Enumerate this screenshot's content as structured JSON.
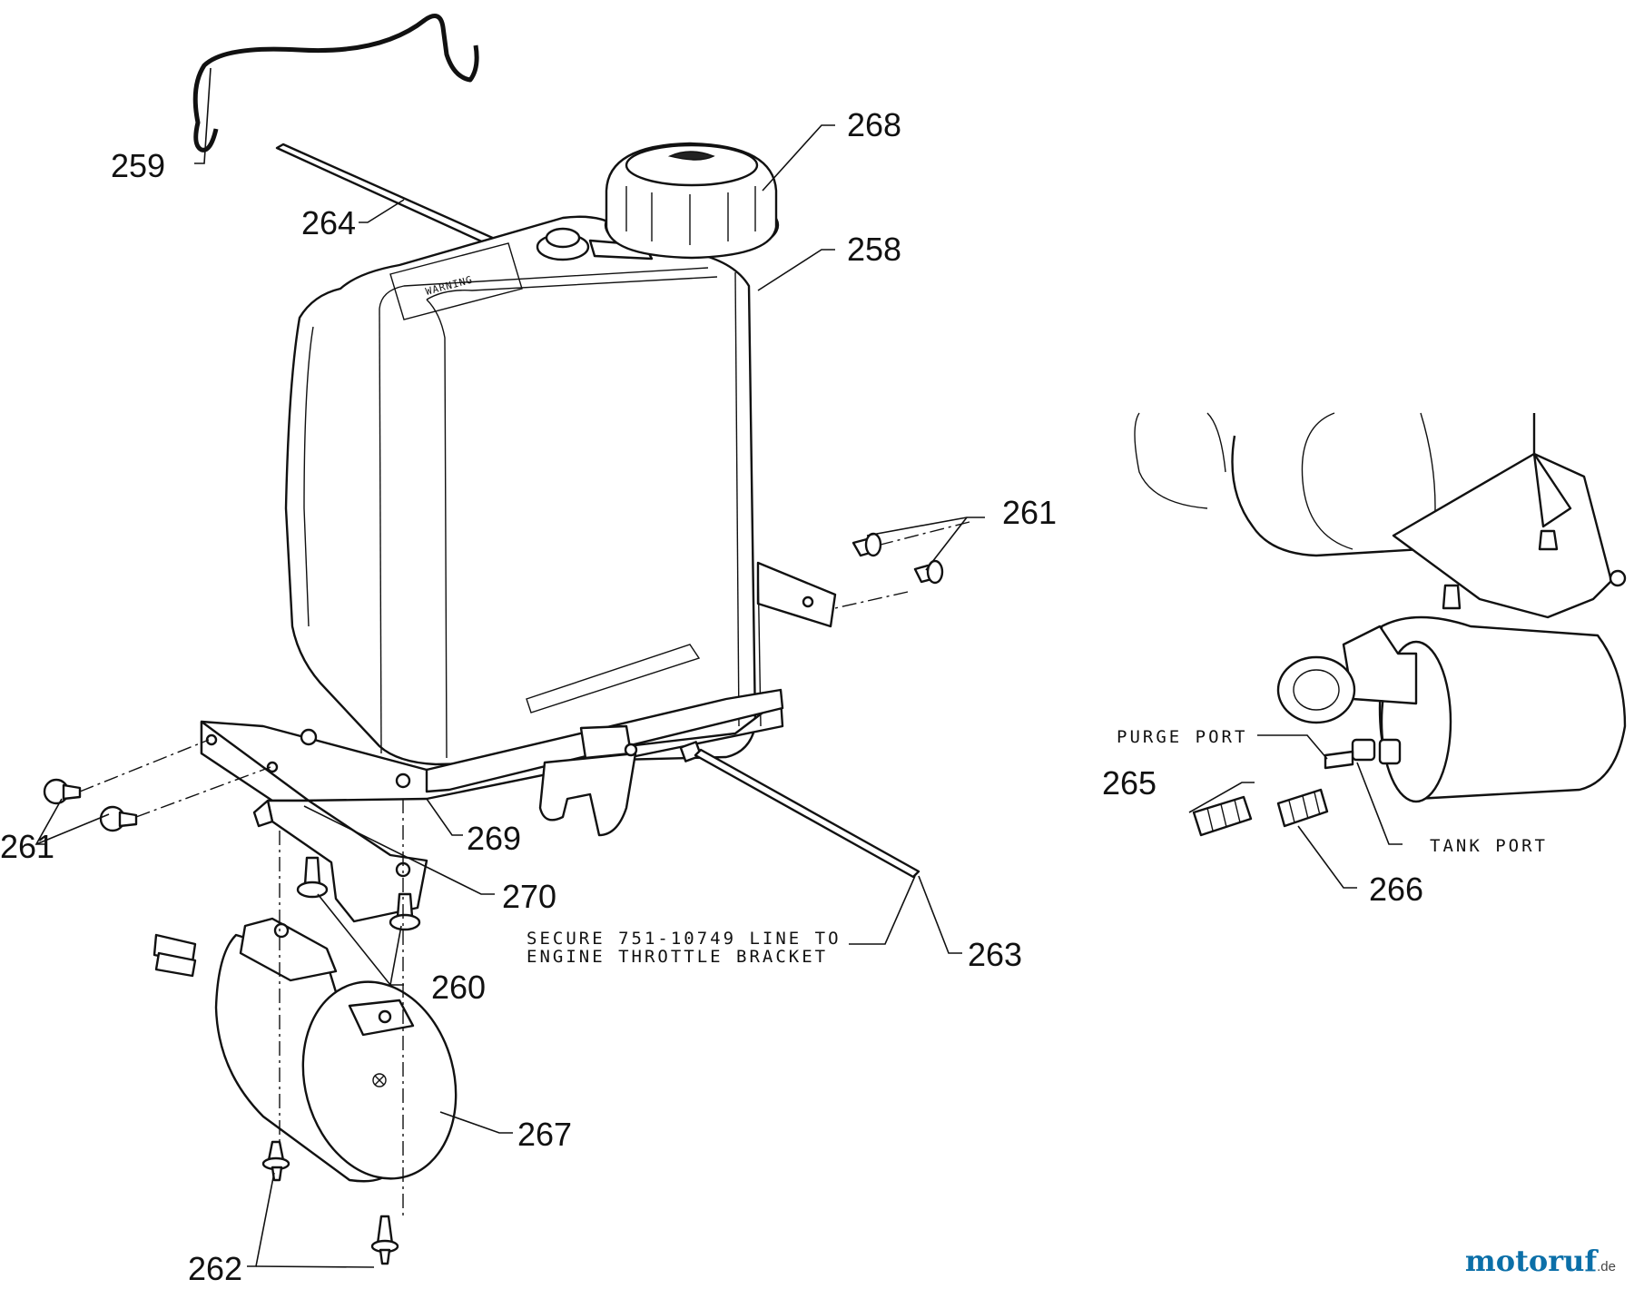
{
  "callouts": {
    "c258": "258",
    "c259": "259",
    "c260": "260",
    "c261a": "261",
    "c261b": "261",
    "c262": "262",
    "c263": "263",
    "c264": "264",
    "c265": "265",
    "c266": "266",
    "c267": "267",
    "c268": "268",
    "c269": "269",
    "c270": "270"
  },
  "notes": {
    "secure_line1": "SECURE 751-10749 LINE TO",
    "secure_line2": "ENGINE THROTTLE BRACKET",
    "purge_port": "PURGE PORT",
    "tank_port": "TANK PORT"
  },
  "watermark": {
    "brand": "motoruf",
    "suffix": ".de"
  },
  "colors": {
    "brand_blue": "#0b6fa8",
    "line": "#111111"
  }
}
